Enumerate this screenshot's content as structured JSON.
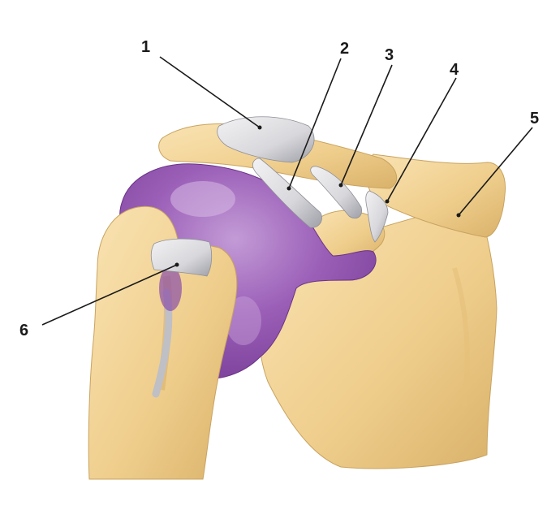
{
  "callouts": [
    {
      "id": "1",
      "text": "1"
    },
    {
      "id": "2",
      "text": "2"
    },
    {
      "id": "3",
      "text": "3"
    },
    {
      "id": "4",
      "text": "4"
    },
    {
      "id": "5",
      "text": "5"
    },
    {
      "id": "6",
      "text": "6"
    }
  ],
  "colors": {
    "bone": "#f0cf8e",
    "bone_shadow": "#d9b26a",
    "bone_light": "#f9e3b3",
    "capsule": "#9b5fb8",
    "capsule_dark": "#7a3f98",
    "capsule_light": "#c39bd6",
    "ligament": "#d8d8dc",
    "ligament_shadow": "#9fa0a8",
    "leader_line": "#1a1a1a"
  }
}
